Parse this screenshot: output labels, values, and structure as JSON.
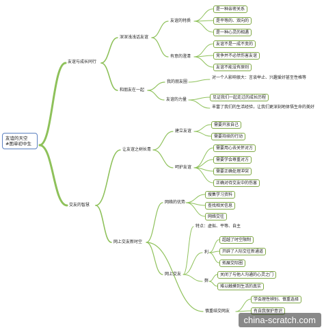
{
  "root": {
    "line1": "友谊的天空",
    "line2": "#图单初中生"
  },
  "branches": {
    "b1": {
      "label": "友谊与成长同行",
      "s1": {
        "label": "深深浅浅话友谊",
        "t1": {
          "label": "友谊的特质",
          "items": [
            "是一种亲密关系",
            "是平等的、双向的",
            "是一种心灵的相遇"
          ]
        },
        "t2": {
          "label": "有意的澄清",
          "items": [
            "友谊不是一成不变的",
            "竞争并不必然伤害友谊",
            "友谊不能没有原则"
          ]
        }
      },
      "s2": {
        "label": "和朋友在一起",
        "t1": {
          "label": "我的朋友圈",
          "items": [
            "对一个人影响很大：言谈举止、兴趣爱好甚至性格等"
          ]
        },
        "t2": {
          "label": "友谊的力量",
          "items": [
            "见证我们一起走过的成长历程",
            "丰富了我们的生活经验，让我们更深刻地体悟生命的美好"
          ]
        }
      }
    },
    "b2": {
      "label": "交友的智慧",
      "s1": {
        "label": "让友谊之树长青",
        "t1": {
          "label": "建立友谊",
          "items": [
            "需要开放自己",
            "需要持续的行动"
          ]
        },
        "t2": {
          "label": "呵护友谊",
          "items": [
            "需要用心去关怀对方",
            "需要学会尊重对方",
            "需要正确处理冲突",
            "正确对待交友中的伤害"
          ]
        }
      },
      "s2": {
        "label": "网上交友新时空",
        "t1": {
          "label": "网络的优势",
          "items": [
            "搜集学习资料",
            "查找相关信息",
            "网络交往"
          ]
        },
        "t2": {
          "label": "网上交友",
          "feature": "特点：虚拟、平等、自主",
          "pro": {
            "label": "利",
            "items": [
              "超越了时空限制",
              "开辟了人际交往新通道",
              "拓展交际圈"
            ]
          },
          "con": {
            "label": "弊",
            "items": [
              "关闭了与他人沟通的心灵之门",
              "难以触摸到生活的真实"
            ]
          }
        },
        "t3": {
          "label": "慎重结交网友",
          "items": [
            "学会理性辨别、慎重选择",
            "有自我保护意识"
          ]
        }
      }
    }
  },
  "watermark": "china-scratch.com",
  "colors": {
    "branch": "#8ec15a",
    "box": "#7fa845",
    "root_border": "#5a7fbf"
  }
}
